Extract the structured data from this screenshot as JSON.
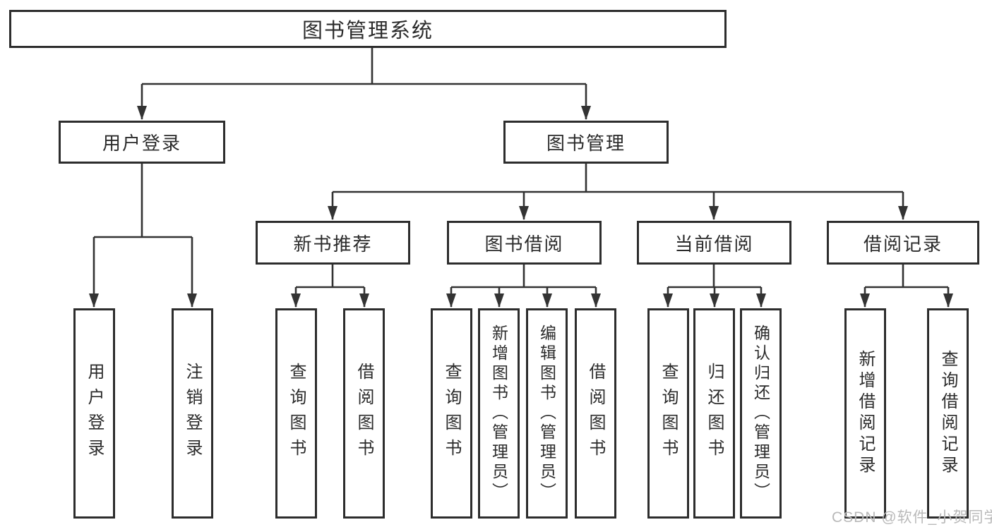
{
  "title": "图书管理系统",
  "tree": {
    "root": {
      "label": "图书管理系统"
    },
    "children": [
      {
        "label": "用户登录",
        "children": [
          {
            "label": "用户登录"
          },
          {
            "label": "注销登录"
          }
        ]
      },
      {
        "label": "图书管理",
        "children": [
          {
            "label": "新书推荐",
            "children": [
              {
                "label": "查询图书"
              },
              {
                "label": "借阅图书"
              }
            ]
          },
          {
            "label": "图书借阅",
            "children": [
              {
                "label": "查询图书"
              },
              {
                "label": "新增图书（管理员）"
              },
              {
                "label": "编辑图书（管理员）"
              },
              {
                "label": "借阅图书"
              }
            ]
          },
          {
            "label": "当前借阅",
            "children": [
              {
                "label": "查询图书"
              },
              {
                "label": "归还图书"
              },
              {
                "label": "确认归还（管理员）"
              }
            ]
          },
          {
            "label": "借阅记录",
            "children": [
              {
                "label": "新增借阅记录"
              },
              {
                "label": "查询借阅记录"
              }
            ]
          }
        ]
      }
    ]
  },
  "watermark": {
    "text": "CSDN @软件_小贺同学",
    "color": "#b9b9b9"
  },
  "colors": {
    "background": "#ffffff",
    "box_border": "#2d2d2d",
    "line": "#333333",
    "text": "#2b2b2b"
  }
}
